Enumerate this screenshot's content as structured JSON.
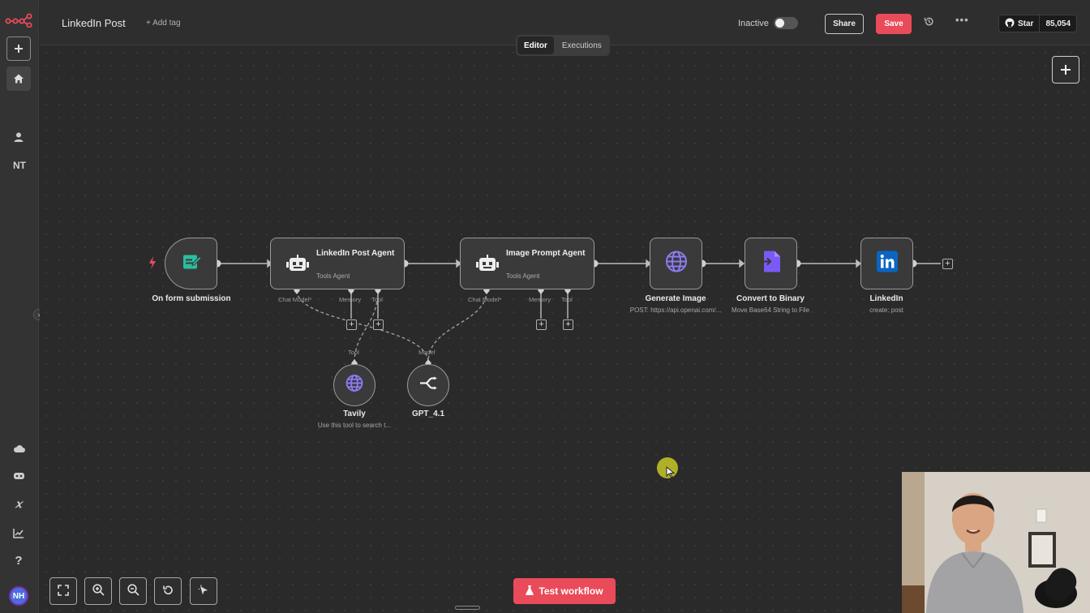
{
  "app": {
    "logo": "n8n-logo"
  },
  "sidebar": {
    "initials": "NT",
    "avatar": "NH",
    "icons": [
      "plus-icon",
      "home-icon",
      "user-icon",
      "cloud-icon",
      "templates-icon",
      "variables-icon",
      "insights-icon",
      "help-icon"
    ]
  },
  "header": {
    "title": "LinkedIn Post",
    "add_tag": "+ Add tag",
    "inactive_label": "Inactive",
    "share": "Share",
    "save": "Save",
    "github_star": "Star",
    "github_count": "85,054"
  },
  "tabs": [
    {
      "label": "Editor",
      "active": true
    },
    {
      "label": "Executions",
      "active": false
    }
  ],
  "nodes": {
    "trigger": {
      "label": "On form submission"
    },
    "agent1": {
      "title": "LinkedIn Post Agent",
      "subtitle": "Tools Agent",
      "ports": [
        "Chat Model*",
        "Memory",
        "Tool"
      ]
    },
    "agent2": {
      "title": "Image Prompt Agent",
      "subtitle": "Tools Agent",
      "ports": [
        "Chat Model*",
        "Memory",
        "Tool"
      ]
    },
    "generate_image": {
      "label": "Generate Image",
      "sub": "POST: https://api.openai.com/..."
    },
    "convert_binary": {
      "label": "Convert to Binary",
      "sub": "Move Base64 String to File"
    },
    "linkedin": {
      "label": "LinkedIn",
      "sub": "create: post"
    },
    "tavily": {
      "label": "Tavily",
      "sub": "Use this tool to search t...",
      "port": "Tool"
    },
    "gpt": {
      "label": "GPT_4.1",
      "port": "Model"
    }
  },
  "footer": {
    "test_workflow": "Test workflow"
  },
  "colors": {
    "accent": "#ea4b5a",
    "form_icon": "#2bbd9e",
    "binary_icon": "#7a5af5",
    "linkedin": "#0a66c2",
    "tool_icon": "#8a7cf0"
  }
}
